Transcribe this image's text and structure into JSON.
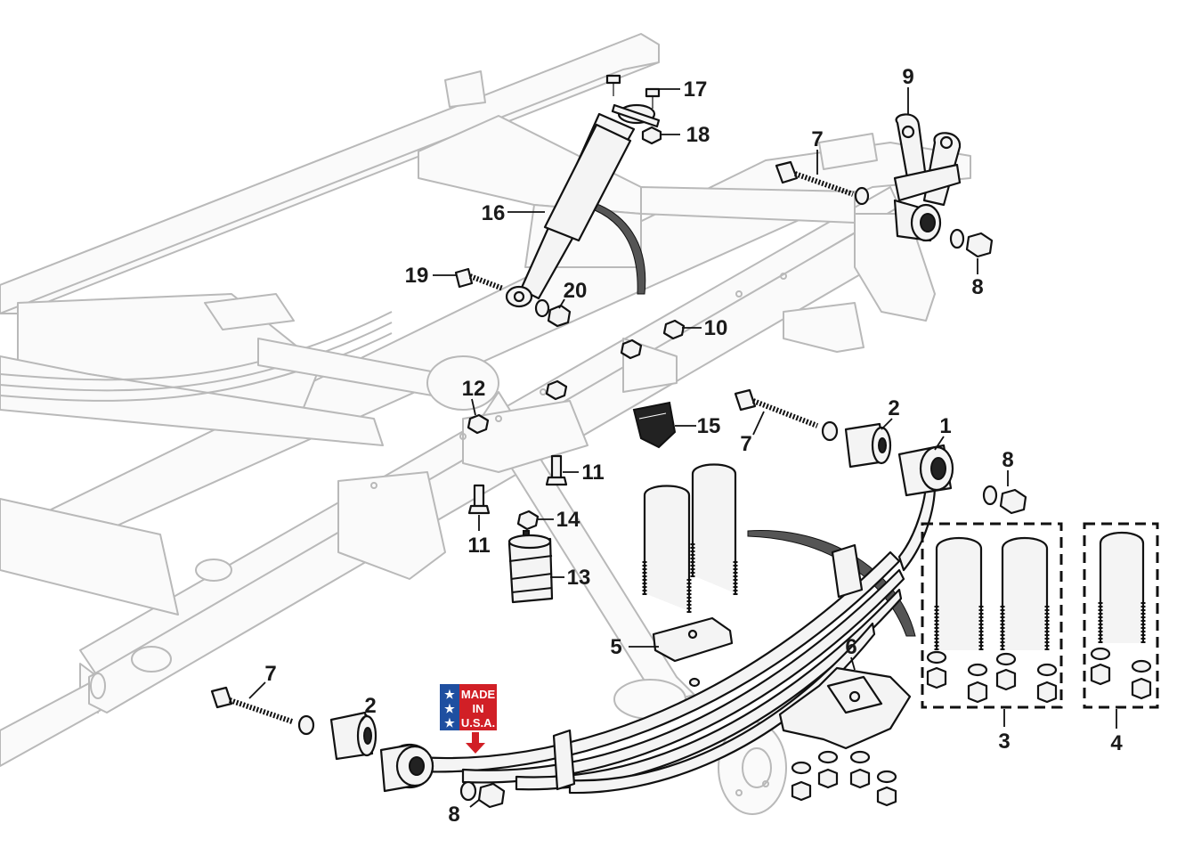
{
  "callouts": {
    "c1": "1",
    "c2a": "2",
    "c2b": "2",
    "c3": "3",
    "c4": "4",
    "c5": "5",
    "c6": "6",
    "c7a": "7",
    "c7b": "7",
    "c7c": "7",
    "c8a": "8",
    "c8b": "8",
    "c8c": "8",
    "c9": "9",
    "c10": "10",
    "c11a": "11",
    "c11b": "11",
    "c12": "12",
    "c13": "13",
    "c14": "14",
    "c15": "15",
    "c16": "16",
    "c17": "17",
    "c18": "18",
    "c19": "19",
    "c20": "20"
  },
  "badge": {
    "line1": "MADE",
    "line2": "IN",
    "line3": "U.S.A.",
    "colors": {
      "blue": "#1f4fa0",
      "red": "#d11f26",
      "white": "#ffffff"
    }
  },
  "colors": {
    "frame": "#b9b9b9",
    "parts": "#111111",
    "background": "#ffffff"
  }
}
